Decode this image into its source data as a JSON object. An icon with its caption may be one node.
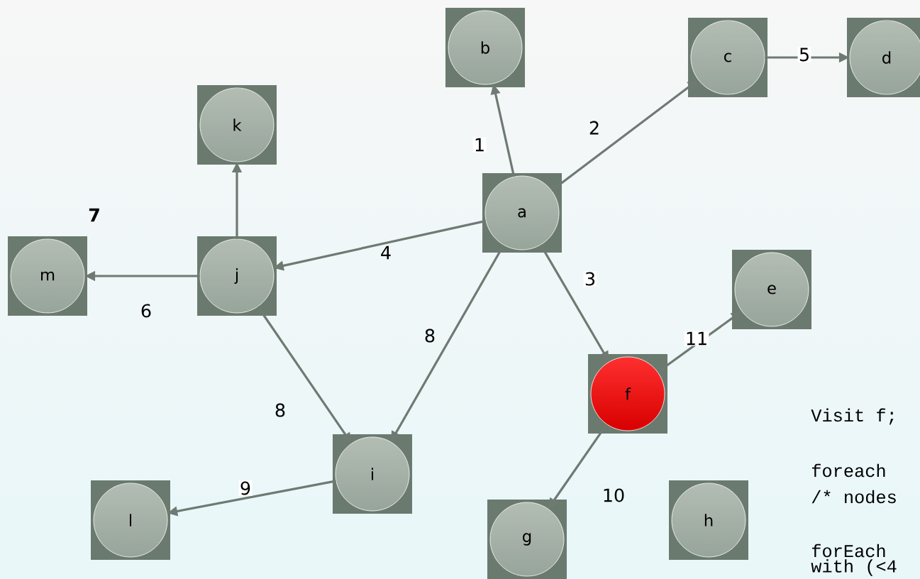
{
  "diagram": {
    "nodes": [
      {
        "text": [
          "a"
        ]
      },
      {
        "text": [
          "b"
        ]
      },
      {
        "text": [
          "c"
        ]
      },
      {
        "text": [
          "d"
        ]
      },
      {
        "text": [
          "e"
        ]
      },
      {
        "text": [
          "f"
        ]
      },
      {
        "text": [
          "g"
        ]
      },
      {
        "text": [
          "h"
        ]
      },
      {
        "text": [
          "i"
        ]
      },
      {
        "text": [
          "j"
        ]
      },
      {
        "text": [
          "k"
        ]
      },
      {
        "text": [
          "l"
        ]
      },
      {
        "text": [
          "m"
        ]
      }
    ],
    "edges": [
      {
        "from": 0,
        "to": 1,
        "arrow": "to",
        "label": "1"
      },
      {
        "from": 0,
        "to": 2,
        "arrow": "to",
        "label": "2"
      },
      {
        "from": 0,
        "to": 5,
        "arrow": "to",
        "label": "3"
      },
      {
        "from": 0,
        "to": 9,
        "arrow": "to",
        "label": "4"
      },
      {
        "from": 2,
        "to": 3,
        "arrow": "to",
        "label": "5"
      },
      {
        "from": 9,
        "to": 12,
        "arrow": "to",
        "label": "6"
      },
      {
        "from": 9,
        "to": 10,
        "arrow": "to"
      },
      {
        "from": 9,
        "to": 8,
        "arrow": "to",
        "label": "8"
      },
      {
        "from": 0,
        "to": 8,
        "arrow": "to",
        "label": "8"
      },
      {
        "from": 8,
        "to": 11,
        "arrow": "to",
        "label": "9"
      },
      {
        "from": 5,
        "to": 6,
        "arrow": "to",
        "label": "10"
      },
      {
        "from": 5,
        "to": 4,
        "arrow": "to",
        "label": "11"
      }
    ],
    "labels": [
      "7",
      "Visit f;",
      "foreach",
      "/* nodes",
      "forEach",
      "with (<4"
    ]
  }
}
